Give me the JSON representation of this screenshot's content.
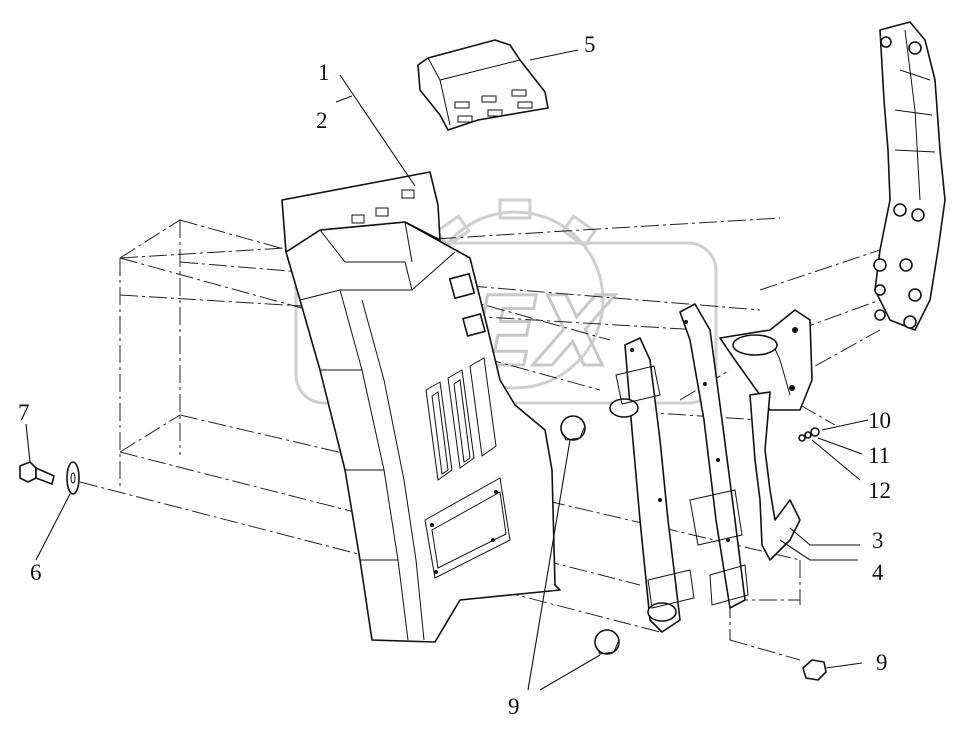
{
  "watermark": "OPEX",
  "callouts": [
    {
      "id": "c1",
      "text": "1"
    },
    {
      "id": "c2",
      "text": "2"
    },
    {
      "id": "c3",
      "text": "3"
    },
    {
      "id": "c4",
      "text": "4"
    },
    {
      "id": "c5",
      "text": "5"
    },
    {
      "id": "c6",
      "text": "6"
    },
    {
      "id": "c7",
      "text": "7"
    },
    {
      "id": "c9a",
      "text": "9"
    },
    {
      "id": "c9b",
      "text": "9"
    },
    {
      "id": "c10",
      "text": "10"
    },
    {
      "id": "c11",
      "text": "11"
    },
    {
      "id": "c12",
      "text": "12"
    }
  ]
}
